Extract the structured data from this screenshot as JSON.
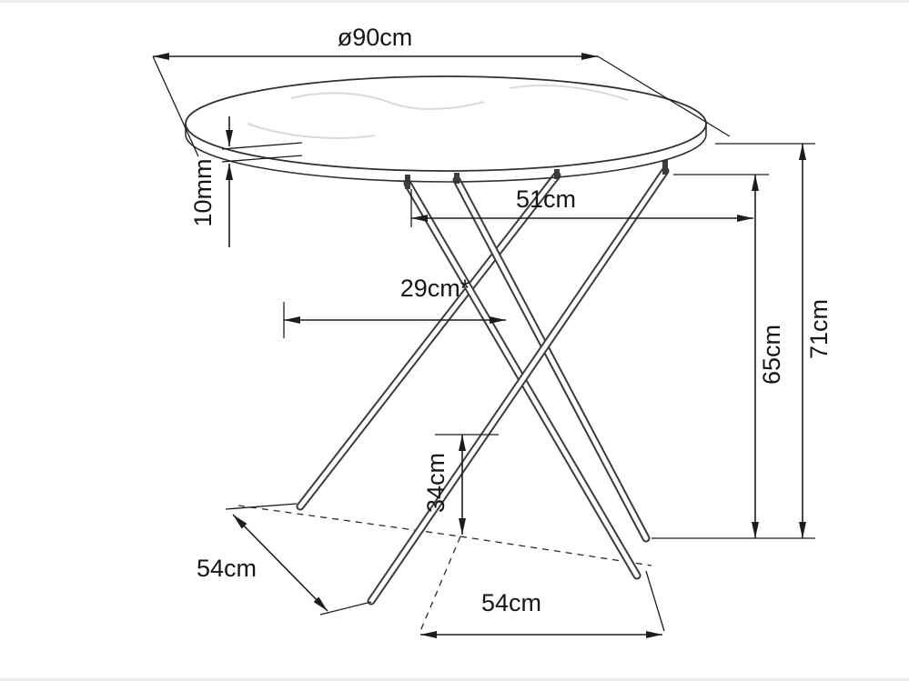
{
  "diagram": {
    "name": "round-table-dimension-drawing",
    "labels": {
      "diameter": "ø90cm",
      "thickness": "10mm",
      "mount_span": "51cm",
      "center_offset": "29cm*",
      "underside_height": "65cm",
      "total_height": "71cm",
      "cross_height": "34cm",
      "base_side": "54cm",
      "base_front": "54cm"
    },
    "colors": {
      "line": "#1c1c1c",
      "dash": "#2a2a2a",
      "vein": "#dadada",
      "frame": "#ededed",
      "background": "#ffffff"
    }
  }
}
